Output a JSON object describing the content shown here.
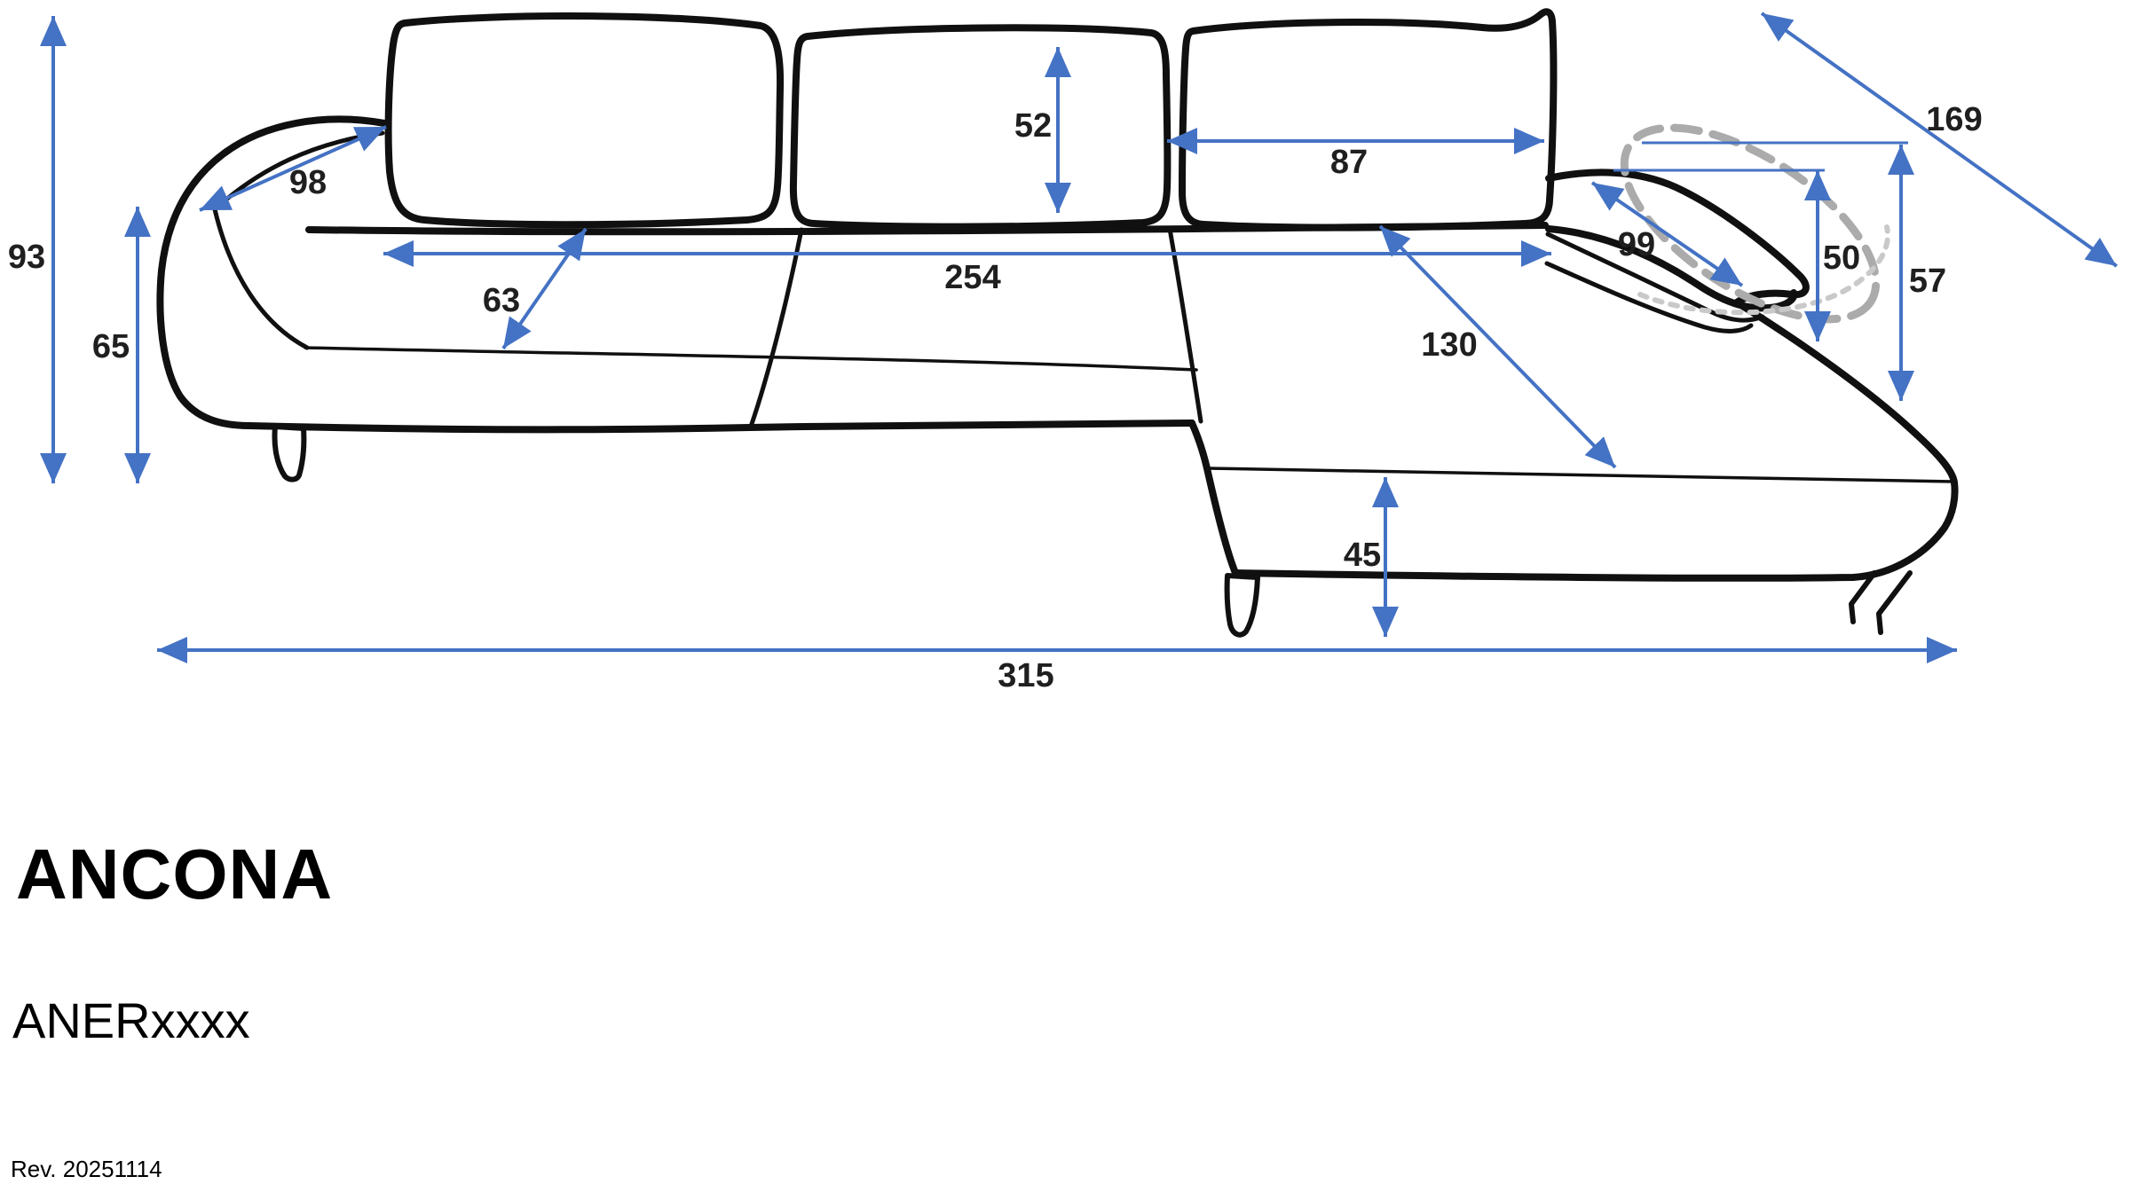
{
  "title": "ANCONA",
  "model_code": "ANERxxxx",
  "revision": "Rev. 20251114",
  "colors": {
    "dimension_accent": "#4472C4",
    "label_ink": "#1F1F1F",
    "sofa_outline": "#101010",
    "ghost_headrest": "#ABABAB"
  },
  "dimensions": {
    "total_height": "93",
    "armrest_height": "65",
    "armrest_diagonal": "98",
    "back_cushion_height": "52",
    "back_cushion_width": "87",
    "corner_diagonal": "169",
    "seat_width": "254",
    "seat_depth": "63",
    "chaise_arm_length": "99",
    "chaise_length": "130",
    "chaise_arm_height": "50",
    "chaise_back_height": "57",
    "seat_height": "45",
    "total_width": "315"
  }
}
